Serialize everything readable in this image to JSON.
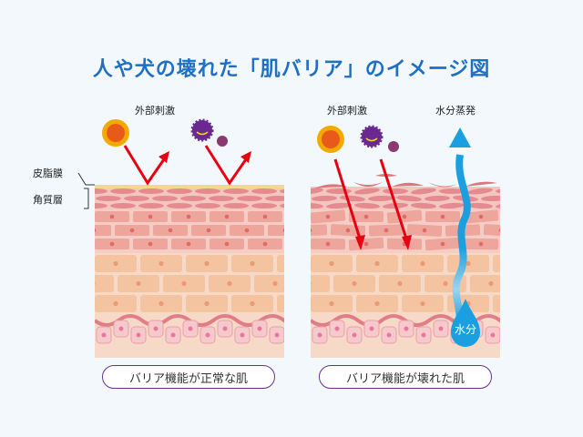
{
  "title": "人や犬の壊れた「肌バリア」のイメージ図",
  "labels": {
    "sebum": "皮脂膜",
    "corneum": "角質層",
    "external_left": "外部刺激",
    "external_right": "外部刺激",
    "evaporation": "水分蒸発",
    "water": "水分"
  },
  "captions": {
    "normal": "バリア機能が正常な肌",
    "damaged": "バリア機能が壊れた肌"
  },
  "colors": {
    "title": "#1f6fc4",
    "arrow": "#e60012",
    "water": "#1aa0e0",
    "pill_border": "#6b2f8f"
  }
}
